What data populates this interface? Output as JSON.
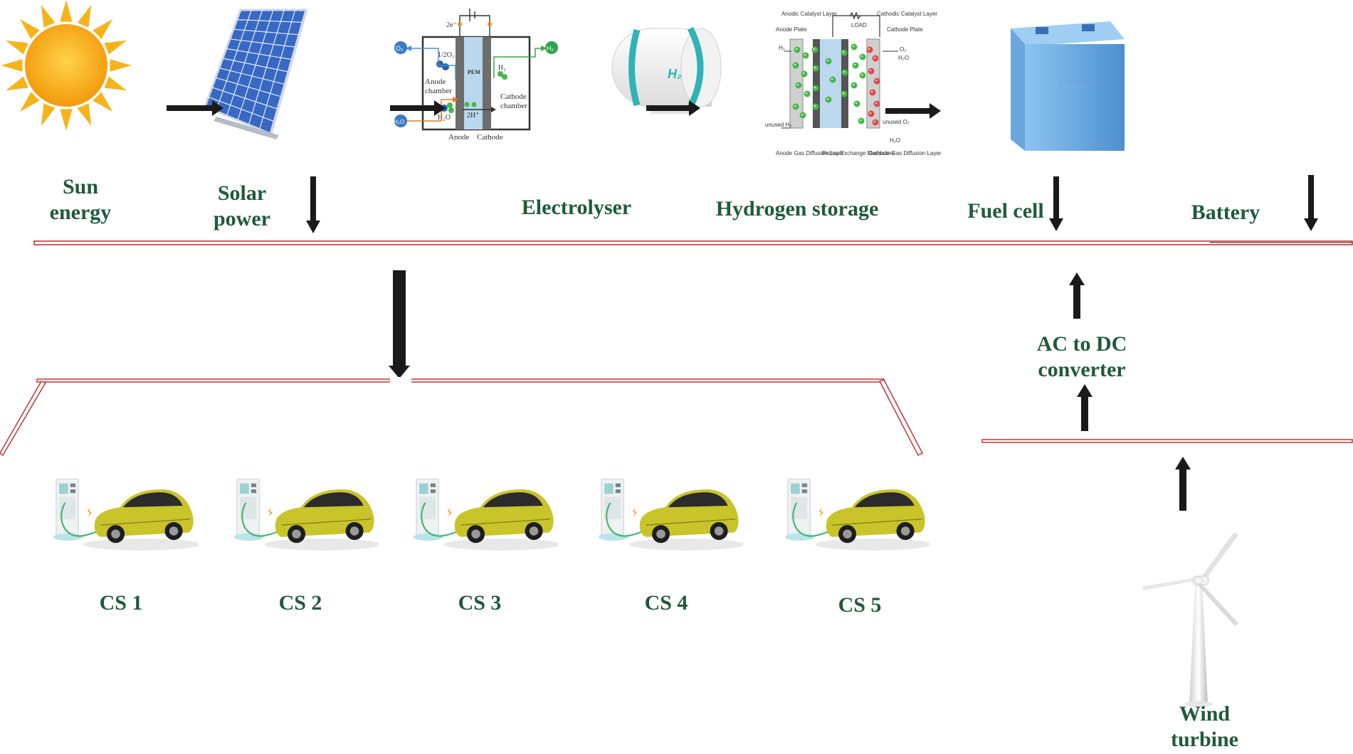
{
  "components": {
    "sun": {
      "label": "Sun\nenergy"
    },
    "solar": {
      "label": "Solar\npower"
    },
    "electrolyser": {
      "label": "Electrolyser",
      "texts": {
        "electrons": "2e⁻",
        "half_o2": "1/2O₂",
        "anode_chamber": "Anode\nchamber",
        "h2o_inside": "H₂O",
        "pem": "PEM",
        "two_h_plus": "2H⁺",
        "h2_inside": "H₂",
        "cathode_chamber": "Cathode\nchamber",
        "anode": "Anode",
        "cathode": "Cathode",
        "o2_out": "O₂",
        "h2_out": "H₂",
        "h2o_in": "H₂O"
      }
    },
    "hydrogen_storage": {
      "label": "Hydrogen storage",
      "tank_mark": "H₂"
    },
    "fuel_cell": {
      "label": "Fuel cell",
      "texts": {
        "anodic_catalyst": "Anodic Catalyst Layer",
        "cathodic_catalyst": "Cathodic Catalyst Layer",
        "load": "LOAD",
        "anode_plate": "Anode Plate",
        "cathode_plate": "Cathode Plate",
        "h2": "H₂",
        "o2": "O₂",
        "h2o": "H₂O",
        "unused_h2": "unused H₂",
        "unused_o2": "unused O₂",
        "anode_gdl": "Anode Gas Diffusion Layer",
        "pem": "Proton Exchange Membrane",
        "cathode_gdl": "Cathode Gas Diffusion Layer"
      }
    },
    "battery": {
      "label": "Battery",
      "mark": "Hybrid"
    },
    "converter": {
      "label": "AC to DC\nconverter"
    },
    "wind": {
      "label": "Wind\nturbine"
    }
  },
  "charging_stations": [
    {
      "label": "CS 1"
    },
    {
      "label": "CS 2"
    },
    {
      "label": "CS 3"
    },
    {
      "label": "CS 4"
    },
    {
      "label": "CS 5"
    }
  ],
  "colors": {
    "label_text": "#1f5a3c",
    "bus_line": "#c0282b",
    "arrow": "#1a1a1a",
    "sun": "#f7b71e",
    "panel": "#2f5fb5",
    "car_body": "#c9c42a",
    "battery": "#5b9fdc",
    "tank_band": "#2fb3b8"
  }
}
